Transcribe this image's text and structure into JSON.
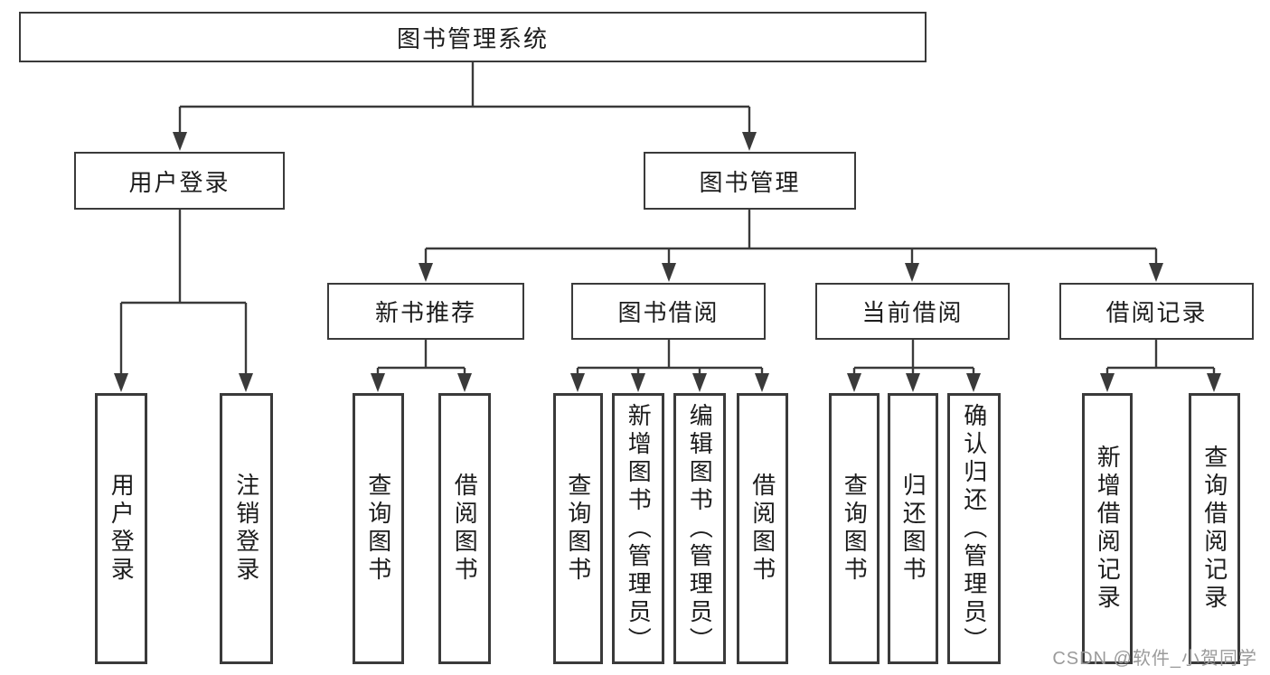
{
  "diagram": {
    "title": "图书管理系统",
    "root": {
      "label": "图书管理系统"
    },
    "branches": [
      {
        "label": "用户登录"
      },
      {
        "label": "图书管理"
      }
    ],
    "modules": [
      {
        "label": "新书推荐"
      },
      {
        "label": "图书借阅"
      },
      {
        "label": "当前借阅"
      },
      {
        "label": "借阅记录"
      }
    ],
    "functions": [
      {
        "label": "用户登录"
      },
      {
        "label": "注销登录"
      },
      {
        "label": "查询图书"
      },
      {
        "label": "借阅图书"
      },
      {
        "label": "查询图书"
      },
      {
        "label": "新增图书（管理员）"
      },
      {
        "label": "编辑图书（管理员）"
      },
      {
        "label": "借阅图书"
      },
      {
        "label": "查询图书"
      },
      {
        "label": "归还图书"
      },
      {
        "label": "确认归还（管理员）"
      },
      {
        "label": "新增借阅记录"
      },
      {
        "label": "查询借阅记录"
      }
    ]
  },
  "watermark": {
    "text": "CSDN @软件_小贺同学"
  },
  "colors": {
    "line": "#3a3a3a",
    "text": "#1c1c1c",
    "watermark": "#9b9b9b",
    "background": "#ffffff"
  }
}
